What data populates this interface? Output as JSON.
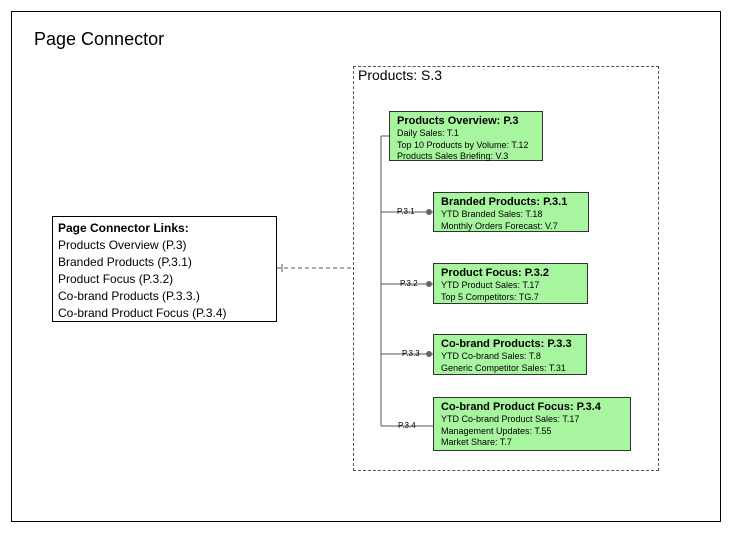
{
  "page_title": "Page Connector",
  "group_title": "Products: S.3",
  "links": {
    "title": "Page Connector Links:",
    "items": [
      "Products Overview (P.3)",
      "Branded Products  (P.3.1)",
      "Product Focus  (P.3.2)",
      "Co-brand Products  (P.3.3.)",
      "Co-brand Product Focus  (P.3.4)"
    ]
  },
  "overview": {
    "title": "Products Overview: P.3",
    "lines": [
      "Daily Sales: T.1",
      "Top 10 Products by Volume: T.12",
      "Products Sales Briefing: V.3"
    ]
  },
  "children": [
    {
      "label": "P.3.1",
      "title": "Branded Products: P.3.1",
      "lines": [
        "YTD Branded Sales: T.18",
        "Monthly Orders Forecast: V.7"
      ]
    },
    {
      "label": "P.3.2",
      "title": "Product Focus: P.3.2",
      "lines": [
        "YTD Product Sales: T.17",
        "Top 5 Competitors: TG.7"
      ]
    },
    {
      "label": "P.3.3",
      "title": "Co-brand Products: P.3.3",
      "lines": [
        "YTD Co-brand Sales: T.8",
        "Generic Competitor Sales: T.31"
      ]
    },
    {
      "label": "P.3.4",
      "title": "Co-brand Product Focus: P.3.4",
      "lines": [
        "YTD Co-brand Product Sales: T.17",
        "Management Updates: T.55",
        "Market Share: T.7"
      ]
    }
  ],
  "colors": {
    "node_fill": "#a8f5a0",
    "connector": "#555555"
  }
}
